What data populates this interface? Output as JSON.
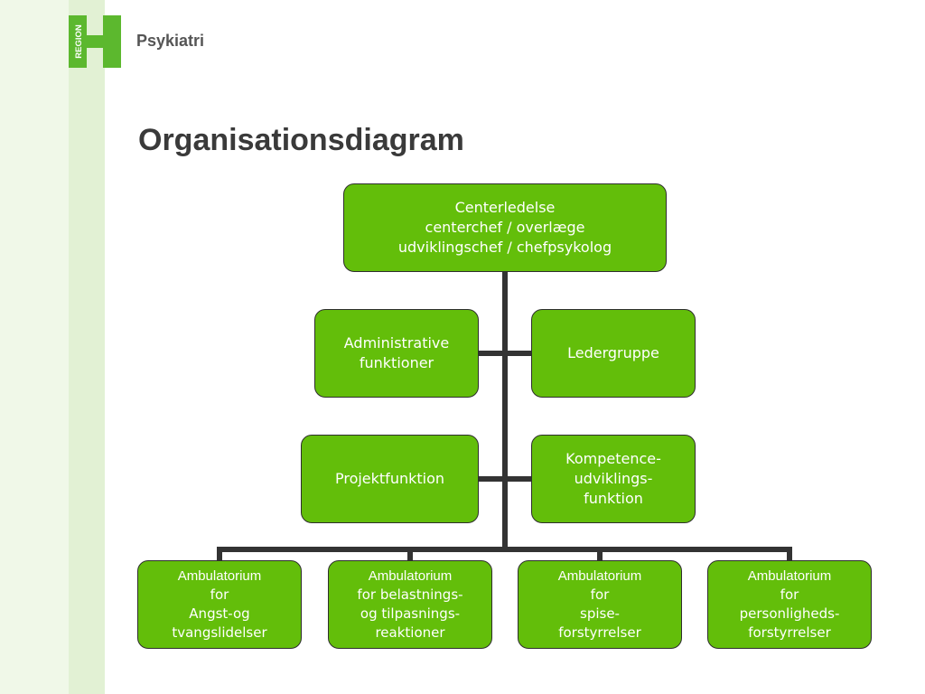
{
  "brand": {
    "logo_text": "REGION",
    "name": "Psykiatri"
  },
  "title": "Organisationsdiagram",
  "colors": {
    "box_fill": "#63be0a",
    "box_border": "#2e2e2e",
    "connector": "#333333",
    "logo_green": "#5cb82e"
  },
  "org_chart": {
    "top": "Centerledelse\ncenterchef / overlæge\nudviklingschef / chefpsykolog",
    "row1_left": "Administrative\nfunktioner",
    "row1_right": "Ledergruppe",
    "row2_left": "Projektfunktion",
    "row2_right": "Kompetence-\nudviklings-\nfunktion",
    "bottom": [
      {
        "first": "Ambulatorium",
        "rest": "for\nAngst-og\ntvangslidelser"
      },
      {
        "first": "Ambulatorium",
        "rest": "for belastnings-\nog tilpasnings-\nreaktioner"
      },
      {
        "first": "Ambulatorium",
        "rest": "for\nspise-\nforstyrrelser"
      },
      {
        "first": "Ambulatorium",
        "rest": "for\npersonligheds-\nforstyrrelser"
      }
    ]
  }
}
